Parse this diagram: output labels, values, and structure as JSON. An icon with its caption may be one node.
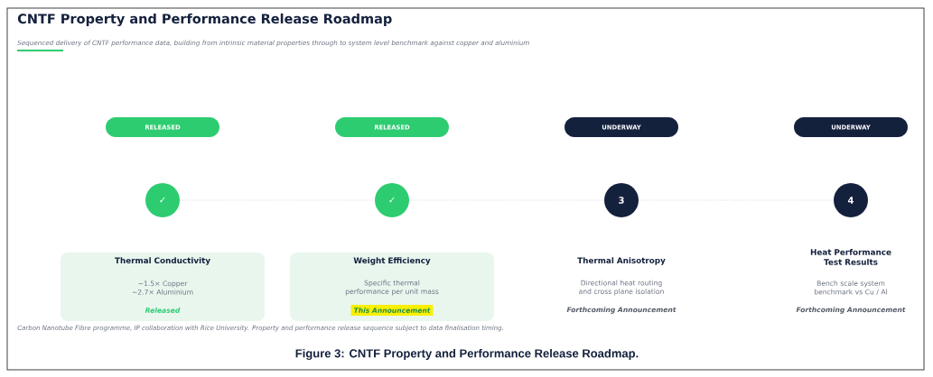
{
  "diagram": {
    "title": "CNTF Property and Performance Release Roadmap",
    "caption": "Figure 3: CNTF Property and Performance Release Roadmap.",
    "nodes": [
      {
        "text": [
          "RELEASED"
        ]
      },
      {
        "text": [
          "RELEASED"
        ]
      },
      {
        "text": [
          "UNDERWAY"
        ]
      },
      {
        "text": [
          "UNDERWAY"
        ]
      },
      {
        "text": [
          "✓"
        ]
      },
      {
        "text": [
          "✓"
        ]
      },
      {
        "text": [
          "3"
        ]
      },
      {
        "text": [
          "4"
        ]
      },
      {
        "text": [
          "Thermal Conductivity",
          "~1.5× Copper ~2.7× Aluminium",
          "Released"
        ]
      },
      {
        "text": [
          "Weight Efficiency",
          "Specific thermal performance per unit mass",
          "This Announcement"
        ]
      },
      {
        "text": [
          "Thermal Anisotropy",
          "Directional heat routing and cross plane isolation",
          "Forthcoming Announcement"
        ]
      },
      {
        "text": [
          "Heat Performance Test Results",
          "Bench scale system benchmark vs Cu / Al",
          "Forthcoming Announcement"
        ]
      }
    ],
    "edges": [
      {
        "from": 4,
        "to": 5,
        "arrow": "none",
        "style": "dashed"
      },
      {
        "from": 5,
        "to": 6,
        "arrow": "none",
        "style": "dashed"
      },
      {
        "from": 6,
        "to": 7,
        "arrow": "none",
        "style": "dashed"
      }
    ],
    "labels": [
      "Sequenced delivery of CNTF performance data, building from intrinsic material properties through to system level benchmark against copper and aluminium",
      "Carbon Nanotube Fibre programme, IP collaboration with Rice University. Property and performance release sequence subject to data finalisation timing."
    ]
  }
}
